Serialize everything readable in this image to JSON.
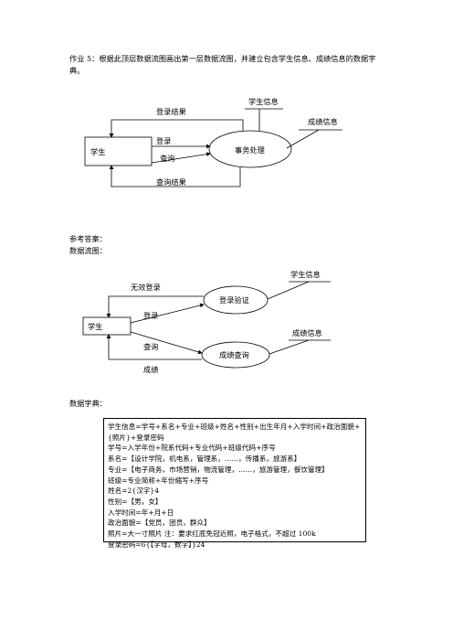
{
  "assignment": {
    "text": "作业 5：根据此顶层数据流图画出第一层数据流图，并建立包含学生信息、成绩信息的数据字典。"
  },
  "top_diagram": {
    "student": "学生",
    "process": "事务处理",
    "student_info": "学生信息",
    "grade_info": "成绩信息",
    "login_result": "登录结果",
    "login": "登录",
    "query": "查询",
    "query_result": "查询结果"
  },
  "answer": {
    "heading": "参考答案：",
    "dfd_heading": "数据流图：",
    "dict_heading": "数据字典："
  },
  "level1_diagram": {
    "student": "学生",
    "login_verify": "登录验证",
    "grade_query": "成绩查询",
    "student_info": "学生信息",
    "grade_info": "成绩信息",
    "invalid_login": "无效登录",
    "login": "登录",
    "query": "查询",
    "grades": "成绩"
  },
  "data_dictionary": [
    "学生信息=学号+系名+专业+班级+姓名+性别+出生年月+入学时间+政治面貌+{照片}+登录密码",
    "学号=入学年份+院系代码+专业代码+班级代码+序号",
    "系名=【设计学院，机电系，管理系，……，传播系，旅游系】",
    "专业=【电子商务，市场营销，物流管理，……，旅游管理，餐饮管理】",
    "班级=专业简称+年份缩写+序号",
    "姓名=2{汉字}4",
    "性别=【男，女】",
    "入学时间=年+月+日",
    "政治面貌=【党员，团员，群众】",
    "照片=大一寸照片        注：要求红底免冠近照，电子格式，不超过 100k",
    "登录密码=6{【字母，数字】}24"
  ]
}
